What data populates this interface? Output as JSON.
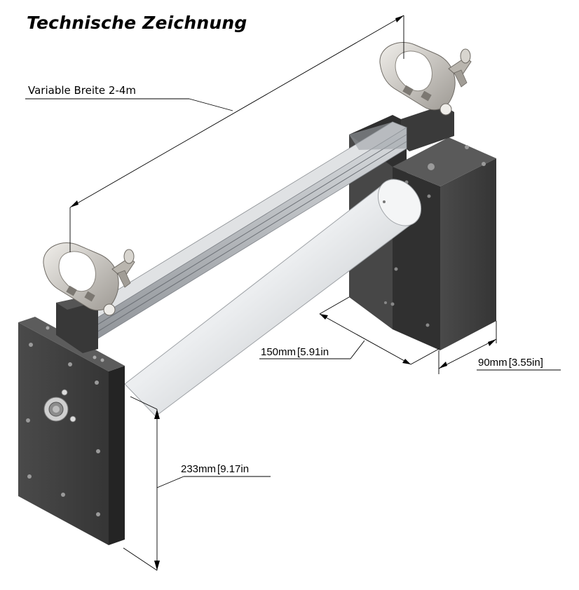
{
  "title": "Technische Zeichnung",
  "dimensions": {
    "width_label": "Variable Breite 2-4m",
    "depth_label": "150mm",
    "depth_label_in": "5.91in",
    "thickness_label": "90mm",
    "thickness_label_in": "3.55in",
    "height_label": "233mm",
    "height_label_in": "9.17in"
  },
  "colors": {
    "box_front": "#3d3d3d",
    "box_side": "#2a2a2a",
    "box_top": "#5a5a5a",
    "rail": "#b8bcc0",
    "tube": "#e4e6e8",
    "clamp": "#c9c6c1",
    "line": "#000000"
  }
}
